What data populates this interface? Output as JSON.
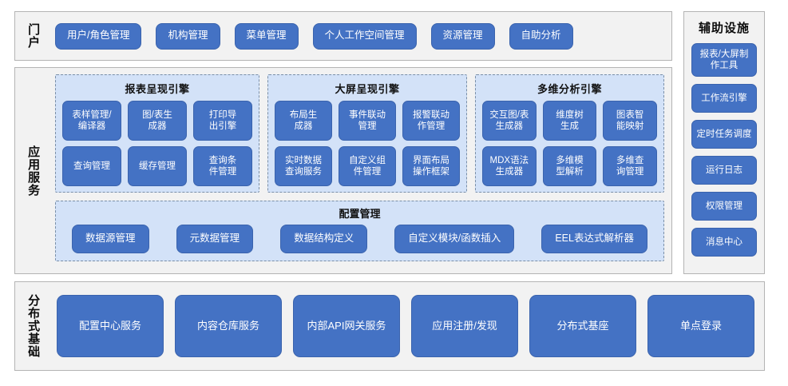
{
  "colors": {
    "button_blue": "#4472c4",
    "button_border": "#3a63ad",
    "panel_bg": "#f2f2f2",
    "panel_border": "#b4b4b4",
    "engine_bg": "#d3e2f8",
    "engine_border": "#7a8fa8",
    "text_light": "#ffffff",
    "text_dark": "#0d0d0d"
  },
  "portal": {
    "label": "门户",
    "items": [
      {
        "label": "用户/角色管理"
      },
      {
        "label": "机构管理"
      },
      {
        "label": "菜单管理"
      },
      {
        "label": "个人工作空间管理"
      },
      {
        "label": "资源管理"
      },
      {
        "label": "自助分析"
      }
    ]
  },
  "app_services": {
    "label": "应用服务",
    "engines": [
      {
        "title": "报表呈现引擎",
        "items": [
          {
            "label": "表样管理/\n编译器"
          },
          {
            "label": "图/表生\n成器"
          },
          {
            "label": "打印导\n出引擎"
          },
          {
            "label": "查询管理"
          },
          {
            "label": "缓存管理"
          },
          {
            "label": "查询条\n件管理"
          }
        ]
      },
      {
        "title": "大屏呈现引擎",
        "items": [
          {
            "label": "布局生\n成器"
          },
          {
            "label": "事件联动\n管理"
          },
          {
            "label": "报警联动\n作管理"
          },
          {
            "label": "实时数据\n查询服务"
          },
          {
            "label": "自定义组\n件管理"
          },
          {
            "label": "界面布局\n操作框架"
          }
        ]
      },
      {
        "title": "多维分析引擎",
        "items": [
          {
            "label": "交互图/表\n生成器"
          },
          {
            "label": "维度树\n生成"
          },
          {
            "label": "图表智\n能映射"
          },
          {
            "label": "MDX语法\n生成器"
          },
          {
            "label": "多维模\n型解析"
          },
          {
            "label": "多维查\n询管理"
          }
        ]
      }
    ],
    "config": {
      "title": "配置管理",
      "items": [
        {
          "label": "数据源管理"
        },
        {
          "label": "元数据管理"
        },
        {
          "label": "数据结构定义"
        },
        {
          "label": "自定义模块/函数插入"
        },
        {
          "label": "EEL表达式解析器"
        }
      ]
    }
  },
  "distributed": {
    "label": "分布式基础",
    "items": [
      {
        "label": "配置中心服务"
      },
      {
        "label": "内容仓库服务"
      },
      {
        "label": "内部API网关服务"
      },
      {
        "label": "应用注册/发现"
      },
      {
        "label": "分布式基座"
      },
      {
        "label": "单点登录"
      }
    ]
  },
  "aux": {
    "title": "辅助设施",
    "items": [
      {
        "label": "报表/大屏制\n作工具",
        "tall": true
      },
      {
        "label": "工作流引擎",
        "tall": false
      },
      {
        "label": "定时任务调度",
        "tall": false
      },
      {
        "label": "运行日志",
        "tall": false
      },
      {
        "label": "权限管理",
        "tall": false
      },
      {
        "label": "消息中心",
        "tall": false
      }
    ]
  }
}
